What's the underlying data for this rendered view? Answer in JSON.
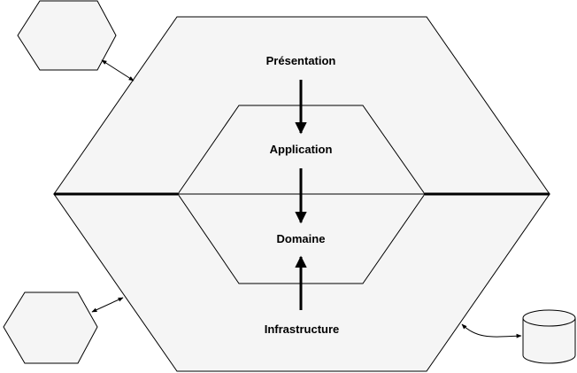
{
  "layers": {
    "presentation": "Présentation",
    "application": "Application",
    "domaine": "Domaine",
    "infrastructure": "Infrastructure"
  },
  "colors": {
    "fill": "#f5f5f5",
    "stroke": "#000000",
    "background": "#ffffff"
  },
  "external_nodes": [
    {
      "name": "external-hexagon-top-left",
      "shape": "hexagon"
    },
    {
      "name": "external-hexagon-bottom-left",
      "shape": "hexagon"
    },
    {
      "name": "database",
      "shape": "cylinder"
    }
  ]
}
